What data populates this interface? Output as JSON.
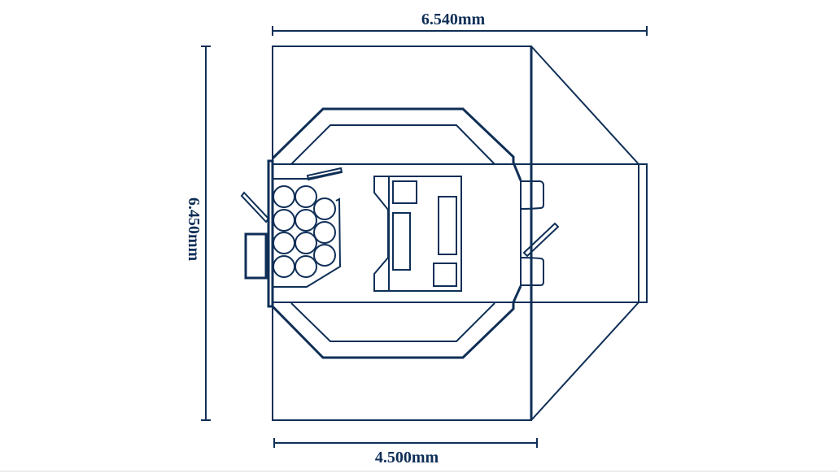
{
  "dimensions": {
    "width_label": "6.540mm",
    "height_label": "6.450mm",
    "bottom_label": "4.500mm"
  },
  "colors": {
    "line": "#0f2f57",
    "background": "#ffffff"
  }
}
